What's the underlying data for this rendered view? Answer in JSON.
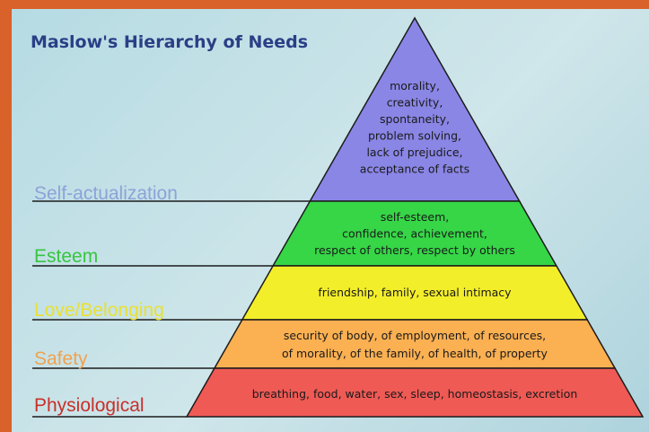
{
  "title": "Maslow's Hierarchy of Needs",
  "levels": [
    {
      "name": "Self-actualization",
      "color": "#8ea2d8",
      "fill": "#8a86e6",
      "lines": [
        "morality,",
        "creativity,",
        "spontaneity,",
        "problem solving,",
        "lack of prejudice,",
        "acceptance of facts"
      ]
    },
    {
      "name": "Esteem",
      "color": "#37c53f",
      "fill": "#36d647",
      "lines": [
        "self-esteem,",
        "confidence, achievement,",
        "respect of others, respect by others"
      ]
    },
    {
      "name": "Love/Belonging",
      "color": "#e9e034",
      "fill": "#f3ee2a",
      "lines": [
        "friendship, family, sexual intimacy"
      ]
    },
    {
      "name": "Safety",
      "color": "#f0a24f",
      "fill": "#fbb052",
      "lines": [
        "security of body, of employment, of resources,",
        "of morality, of the family, of health, of property"
      ]
    },
    {
      "name": "Physiological",
      "color": "#c8302a",
      "fill": "#ef5a55",
      "lines": [
        "breathing, food, water, sex, sleep, homeostasis, excretion"
      ]
    }
  ]
}
